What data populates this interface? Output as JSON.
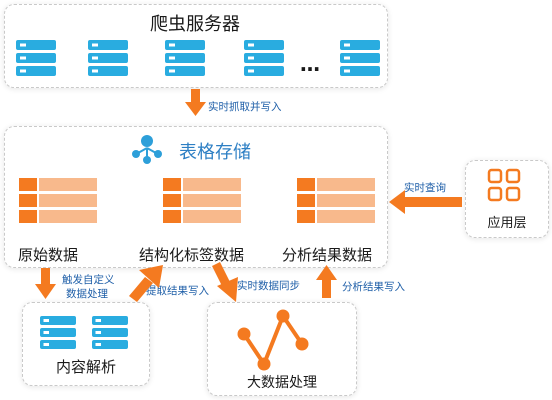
{
  "crawler": {
    "title": "爬虫服务器",
    "more": "…"
  },
  "storage": {
    "title": "表格存储"
  },
  "app_layer": {
    "title": "应用层"
  },
  "stores": [
    {
      "label": "原始数据"
    },
    {
      "label": "结构化标签数据"
    },
    {
      "label": "分析结果数据"
    }
  ],
  "content_parse": {
    "title": "内容解析"
  },
  "big_data": {
    "title": "大数据处理"
  },
  "edges": {
    "crawl_write": "实时抓取并写入",
    "realtime_query": "实时查询",
    "trigger_line1": "触发自定义",
    "trigger_line2": "数据处理",
    "extract_write": "提取结果写入",
    "realtime_sync": "实时数据同步",
    "analysis_write": "分析结果写入"
  },
  "colors": {
    "server_blue": "#29ace0",
    "cloud_blue": "#2d9fd9",
    "orange": "#f47a20",
    "orange_light": "#f8b98c",
    "label_blue": "#1f5fa8"
  }
}
